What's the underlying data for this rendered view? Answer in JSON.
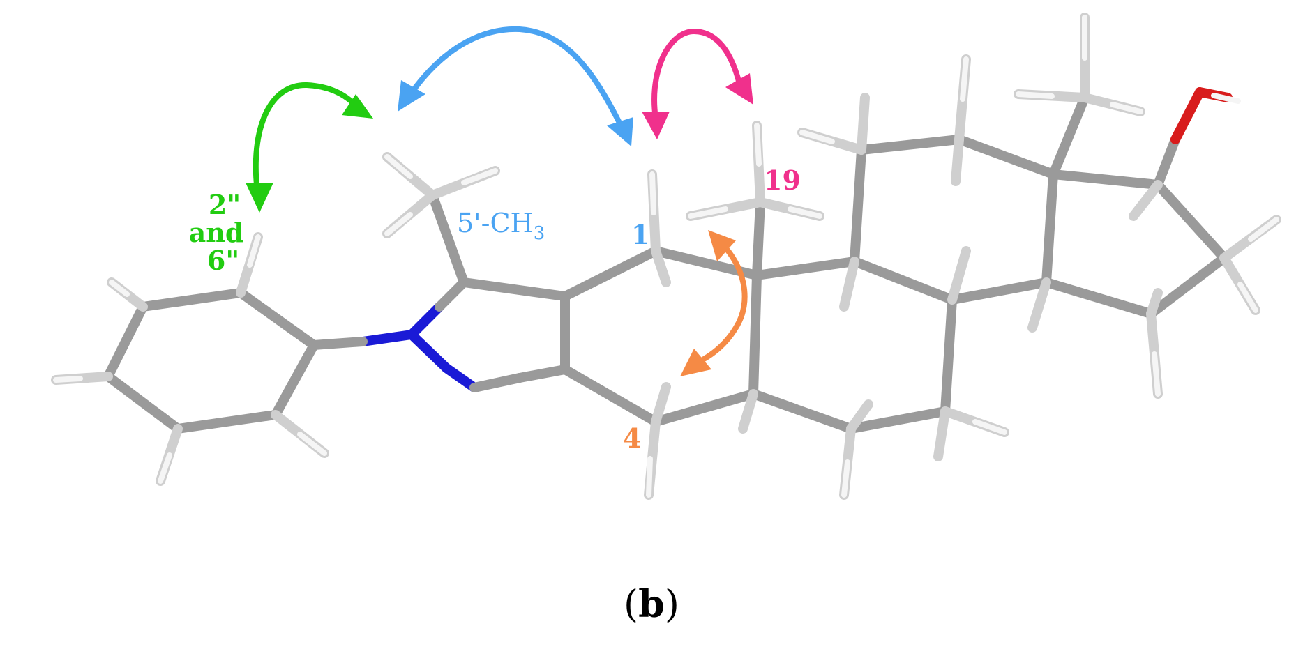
{
  "labels": {
    "green_line1": "2\"",
    "green_line2": "and",
    "green_line3": "6\"",
    "blue_methyl": "5'-CH",
    "blue_methyl_sub": "3",
    "blue_1": "1",
    "pink_19": "19",
    "orange_4": "4"
  },
  "caption": {
    "open": "(",
    "letter": "b",
    "close": ")"
  },
  "colors": {
    "carbon": "#9a9a9a",
    "hydrogen": "#f2f2f2",
    "nitrogen": "#1a1ad6",
    "oxygen": "#d81c1c",
    "green": "#22cc11",
    "blue": "#4aa3f2",
    "pink": "#f0308c",
    "orange": "#f58a45"
  }
}
